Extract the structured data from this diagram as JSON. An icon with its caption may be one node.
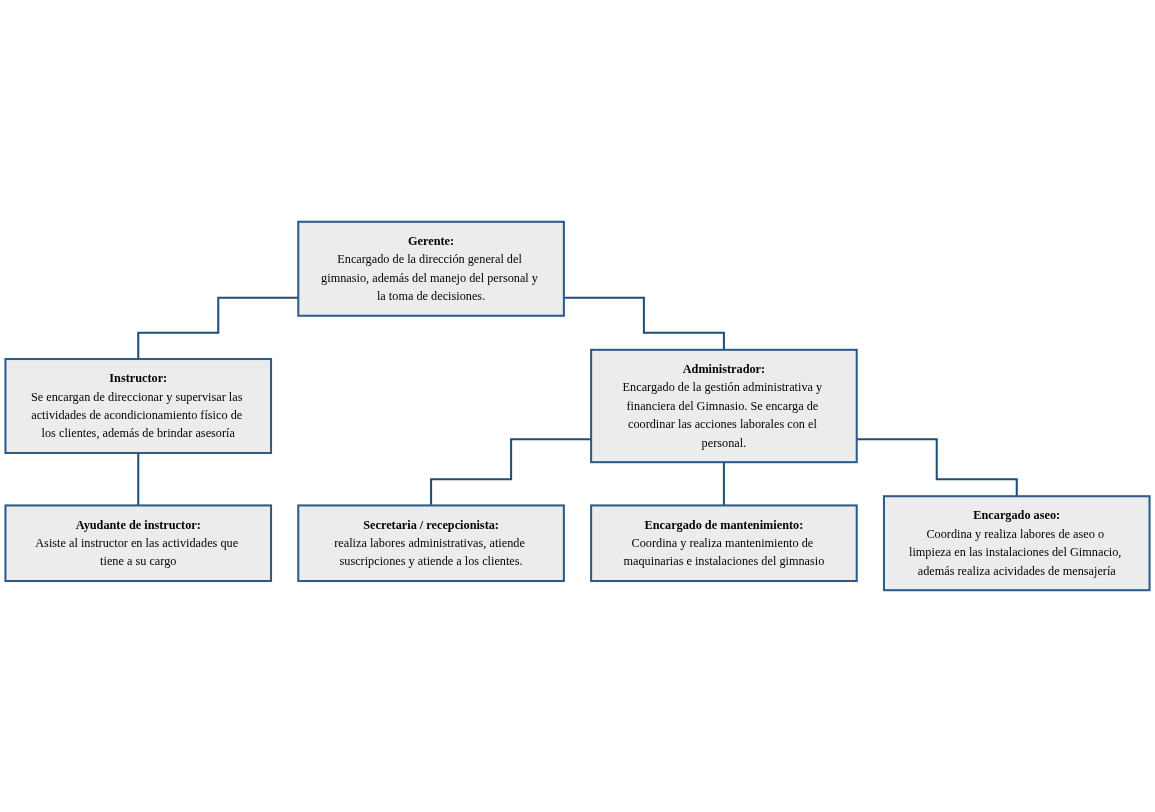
{
  "diagram": {
    "nodes": [
      {
        "text": [
          "Gerente:",
          "Encargado de la dirección general del gimnasio, además del manejo del personal y la toma de decisiones."
        ]
      },
      {
        "text": [
          "Instructor:",
          "Se encargan de direccionar y supervisar las actividades de acondicionamiento físico de los clientes, además de brindar asesoría"
        ]
      },
      {
        "text": [
          "Administrador:",
          "Encargado de la gestión administrativa y financiera del Gimnasio. Se encarga de coordinar las acciones laborales con el personal."
        ]
      },
      {
        "text": [
          "Ayudante de instructor:",
          "Asiste al instructor en las actividades que tiene a su cargo"
        ]
      },
      {
        "text": [
          "Secretaria / recepcionista:",
          "realiza labores administrativas, atiende suscripciones y atiende a los clientes."
        ]
      },
      {
        "text": [
          "Encargado de mantenimiento:",
          "Coordina y realiza mantenimiento de maquinarias e instalaciones del gimnasio"
        ]
      },
      {
        "text": [
          "Encargado aseo:",
          "Coordina y realiza labores de aseo o limpieza en las instalaciones del Gimnacio, además realiza acividades de mensajería"
        ]
      }
    ],
    "edges": [
      {
        "from": 0,
        "to": 1,
        "arrow": "none"
      },
      {
        "from": 0,
        "to": 2,
        "arrow": "none"
      },
      {
        "from": 1,
        "to": 3,
        "arrow": "none"
      },
      {
        "from": 2,
        "to": 4,
        "arrow": "none"
      },
      {
        "from": 2,
        "to": 5,
        "arrow": "none"
      },
      {
        "from": 2,
        "to": 6,
        "arrow": "none"
      }
    ]
  }
}
